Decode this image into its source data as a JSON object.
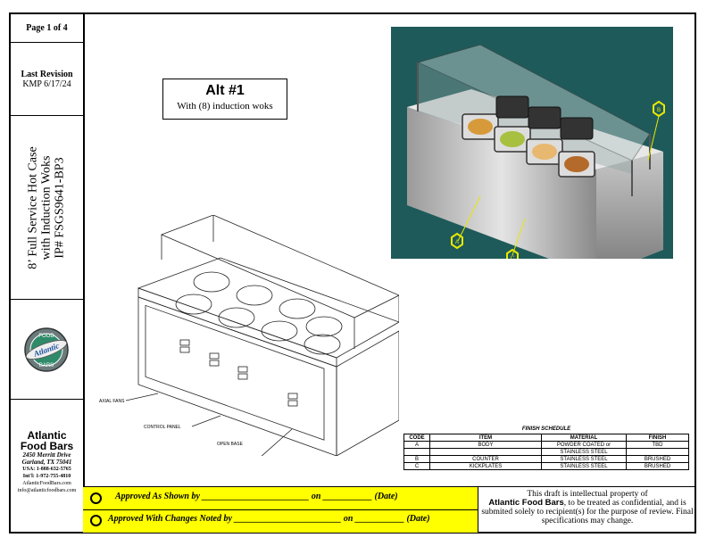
{
  "sidebar": {
    "page": "Page 1 of 4",
    "revision_label": "Last Revision",
    "revision_value": "KMP 6/17/24",
    "title_line1": "8’ Full Service Hot Case",
    "title_line2": "with Induction Woks",
    "title_line3": "IP# FSGS9641-BP3",
    "logo_top": "FOOD",
    "logo_mid": "Atlantic",
    "logo_bottom": "BARS",
    "company_line1": "Atlantic",
    "company_line2": "Food Bars",
    "address1": "2450 Merritt Drive",
    "address2": "Garland, TX 75041",
    "phone_usa": "USA: 1-888-632-5765",
    "phone_intl": "Int'l: 1-972-755-4810",
    "website": "AtlanticFoodBars.com",
    "email": "info@atlanticfoodbars.com"
  },
  "alt": {
    "title": "Alt #1",
    "subtitle": "With (8) induction woks"
  },
  "render_labels": {
    "a": "A",
    "b": "B",
    "c": "C"
  },
  "drawing_labels": {
    "axial_fans": "AXIAL FANS",
    "control_panel": "CONTROL PANEL",
    "open_base": "OPEN BASE"
  },
  "finish_schedule": {
    "title": "FINISH SCHEDULE",
    "headers": [
      "CODE",
      "ITEM",
      "MATERIAL",
      "FINISH"
    ],
    "rows": [
      [
        "A",
        "BODY",
        "POWDER COATED or",
        "TBD"
      ],
      [
        "",
        "",
        "STAINLESS STEEL",
        ""
      ],
      [
        "B",
        "COUNTER",
        "STAINLESS STEEL",
        "BRUSHED"
      ],
      [
        "C",
        "KICKPLATES",
        "STAINLESS STEEL",
        "BRUSHED"
      ]
    ]
  },
  "approval": {
    "line1": "Approved As Shown by ________________________ on ___________ (Date)",
    "line2": "Approved With Changes Noted by ________________________ on ___________ (Date)"
  },
  "disclaimer": {
    "pre": "This draft is intellectual property of",
    "company": "Atlantic Food Bars",
    "post": ", to be treated as confidential, and is submited solely to recipient(s) for the purpose of review. Final specifications may change."
  },
  "colors": {
    "approval_bg": "#ffff00",
    "render_bg": "#1f5a5a",
    "callout": "#e8e800"
  }
}
